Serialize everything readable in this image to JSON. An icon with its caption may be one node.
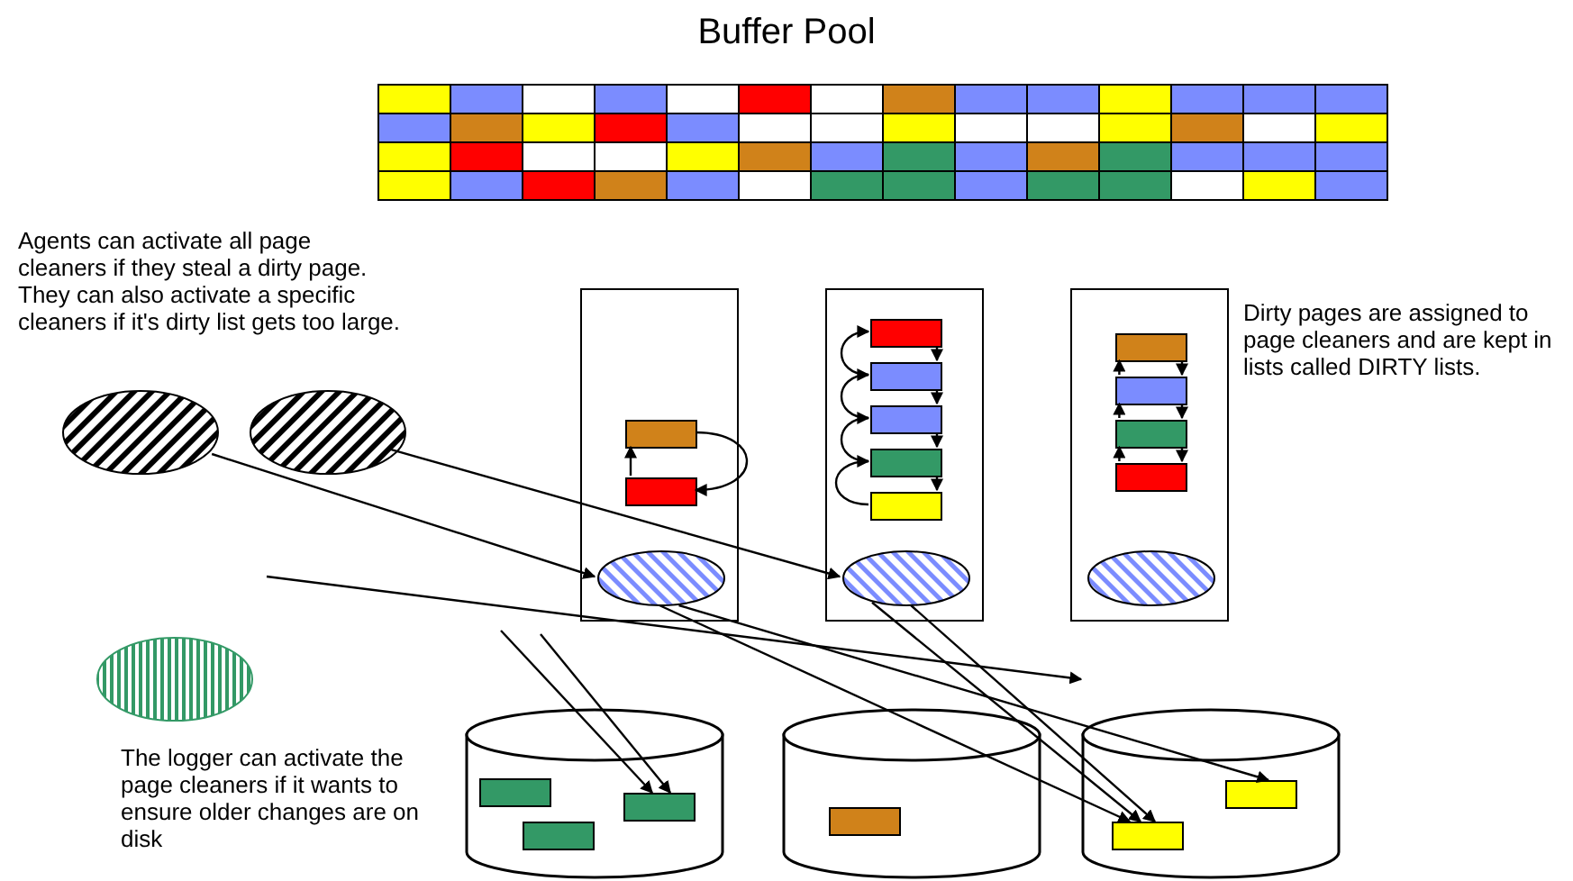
{
  "diagram": {
    "title": "Buffer Pool",
    "nodes": [
      {
        "text": [],
        "shape": "ellipse"
      },
      {
        "text": [],
        "shape": "ellipse"
      },
      {
        "text": [],
        "shape": "box"
      },
      {
        "text": [],
        "shape": "box",
        "in": 2
      },
      {
        "text": [],
        "shape": "box",
        "in": 2
      },
      {
        "text": [],
        "shape": "ellipse",
        "in": 2
      },
      {
        "text": [],
        "shape": "box"
      },
      {
        "text": [],
        "shape": "box",
        "in": 6
      },
      {
        "text": [],
        "shape": "box",
        "in": 6
      },
      {
        "text": [],
        "shape": "box",
        "in": 6
      },
      {
        "text": [],
        "shape": "box",
        "in": 6
      },
      {
        "text": [],
        "shape": "box",
        "in": 6
      },
      {
        "text": [],
        "shape": "ellipse",
        "in": 6
      },
      {
        "text": [],
        "shape": "box"
      },
      {
        "text": [],
        "shape": "box",
        "in": 13
      },
      {
        "text": [],
        "shape": "box",
        "in": 13
      },
      {
        "text": [],
        "shape": "box",
        "in": 13
      },
      {
        "text": [],
        "shape": "box",
        "in": 13
      },
      {
        "text": [],
        "shape": "ellipse",
        "in": 13
      },
      {
        "text": [],
        "shape": "ellipse"
      },
      {
        "text": [],
        "shape": "cylinder"
      },
      {
        "text": [],
        "shape": "box",
        "in": 20
      },
      {
        "text": [],
        "shape": "box",
        "in": 20
      },
      {
        "text": [],
        "shape": "box",
        "in": 20
      },
      {
        "text": [],
        "shape": "cylinder"
      },
      {
        "text": [],
        "shape": "box",
        "in": 24
      },
      {
        "text": [],
        "shape": "cylinder"
      },
      {
        "text": [],
        "shape": "box",
        "in": 26
      },
      {
        "text": [],
        "shape": "box",
        "in": 26
      }
    ],
    "edges": [
      {
        "from": 0,
        "to": 5,
        "arrow": "to"
      },
      {
        "from": 1,
        "to": 12,
        "arrow": "to"
      },
      {
        "from": 3,
        "to": 4,
        "arrow": "to"
      },
      {
        "from": 4,
        "to": 3,
        "arrow": "to"
      },
      {
        "from": 7,
        "to": 8,
        "arrow": "to"
      },
      {
        "from": 8,
        "to": 9,
        "arrow": "to"
      },
      {
        "from": 9,
        "to": 10,
        "arrow": "to"
      },
      {
        "from": 10,
        "to": 11,
        "arrow": "to"
      },
      {
        "from": 8,
        "to": 7,
        "arrow": "to"
      },
      {
        "from": 9,
        "to": 8,
        "arrow": "to"
      },
      {
        "from": 10,
        "to": 9,
        "arrow": "to"
      },
      {
        "from": 11,
        "to": 10,
        "arrow": "to"
      },
      {
        "from": 14,
        "to": 15,
        "arrow": "to"
      },
      {
        "from": 15,
        "to": 16,
        "arrow": "to"
      },
      {
        "from": 16,
        "to": 17,
        "arrow": "to"
      },
      {
        "from": 15,
        "to": 14,
        "arrow": "to"
      },
      {
        "from": 16,
        "to": 15,
        "arrow": "to"
      },
      {
        "from": 17,
        "to": 16,
        "arrow": "to"
      },
      {
        "from": 5,
        "to": 28,
        "arrow": "to"
      },
      {
        "from": 5,
        "to": 27,
        "arrow": "to"
      },
      {
        "from": 12,
        "to": 28,
        "arrow": "to"
      },
      {
        "from": 12,
        "to": 28,
        "arrow": "to"
      },
      {
        "from": null,
        "to": 22,
        "arrow": "to"
      },
      {
        "from": null,
        "to": 22,
        "arrow": "to"
      }
    ],
    "labels": [
      "Agents can activate all page cleaners if they steal a dirty page. They can also activate a specific cleaners if it's dirty list gets too large.",
      "Dirty pages are assigned to page cleaners and are kept in lists called DIRTY lists.",
      "The logger can activate the page cleaners if it wants to ensure older changes are on disk"
    ]
  }
}
